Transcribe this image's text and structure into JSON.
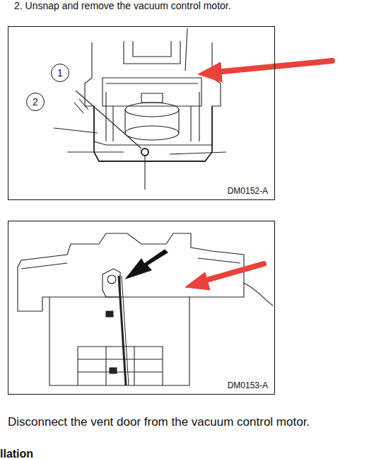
{
  "diagram": {
    "nodes": [
      {
        "text": [
          "DM0152-A"
        ]
      },
      {
        "text": [
          "1"
        ],
        "in": 0
      },
      {
        "text": [
          "2"
        ],
        "in": 0
      },
      {
        "text": [
          "DM0153-A"
        ]
      }
    ],
    "labels": [
      "2.    Unsnap and remove the vacuum control motor.",
      "Disconnect the vent door from the vacuum control motor.",
      "llation"
    ]
  }
}
